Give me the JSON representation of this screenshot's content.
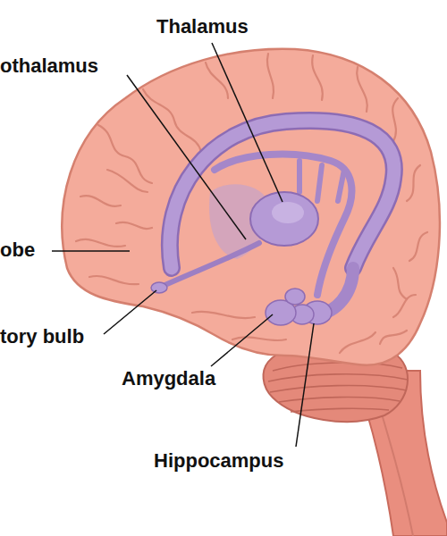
{
  "diagram": {
    "labels": [
      "Thalamus",
      "othalamus",
      "obe",
      "tory bulb",
      "Amygdala",
      "Hippocampus"
    ]
  }
}
